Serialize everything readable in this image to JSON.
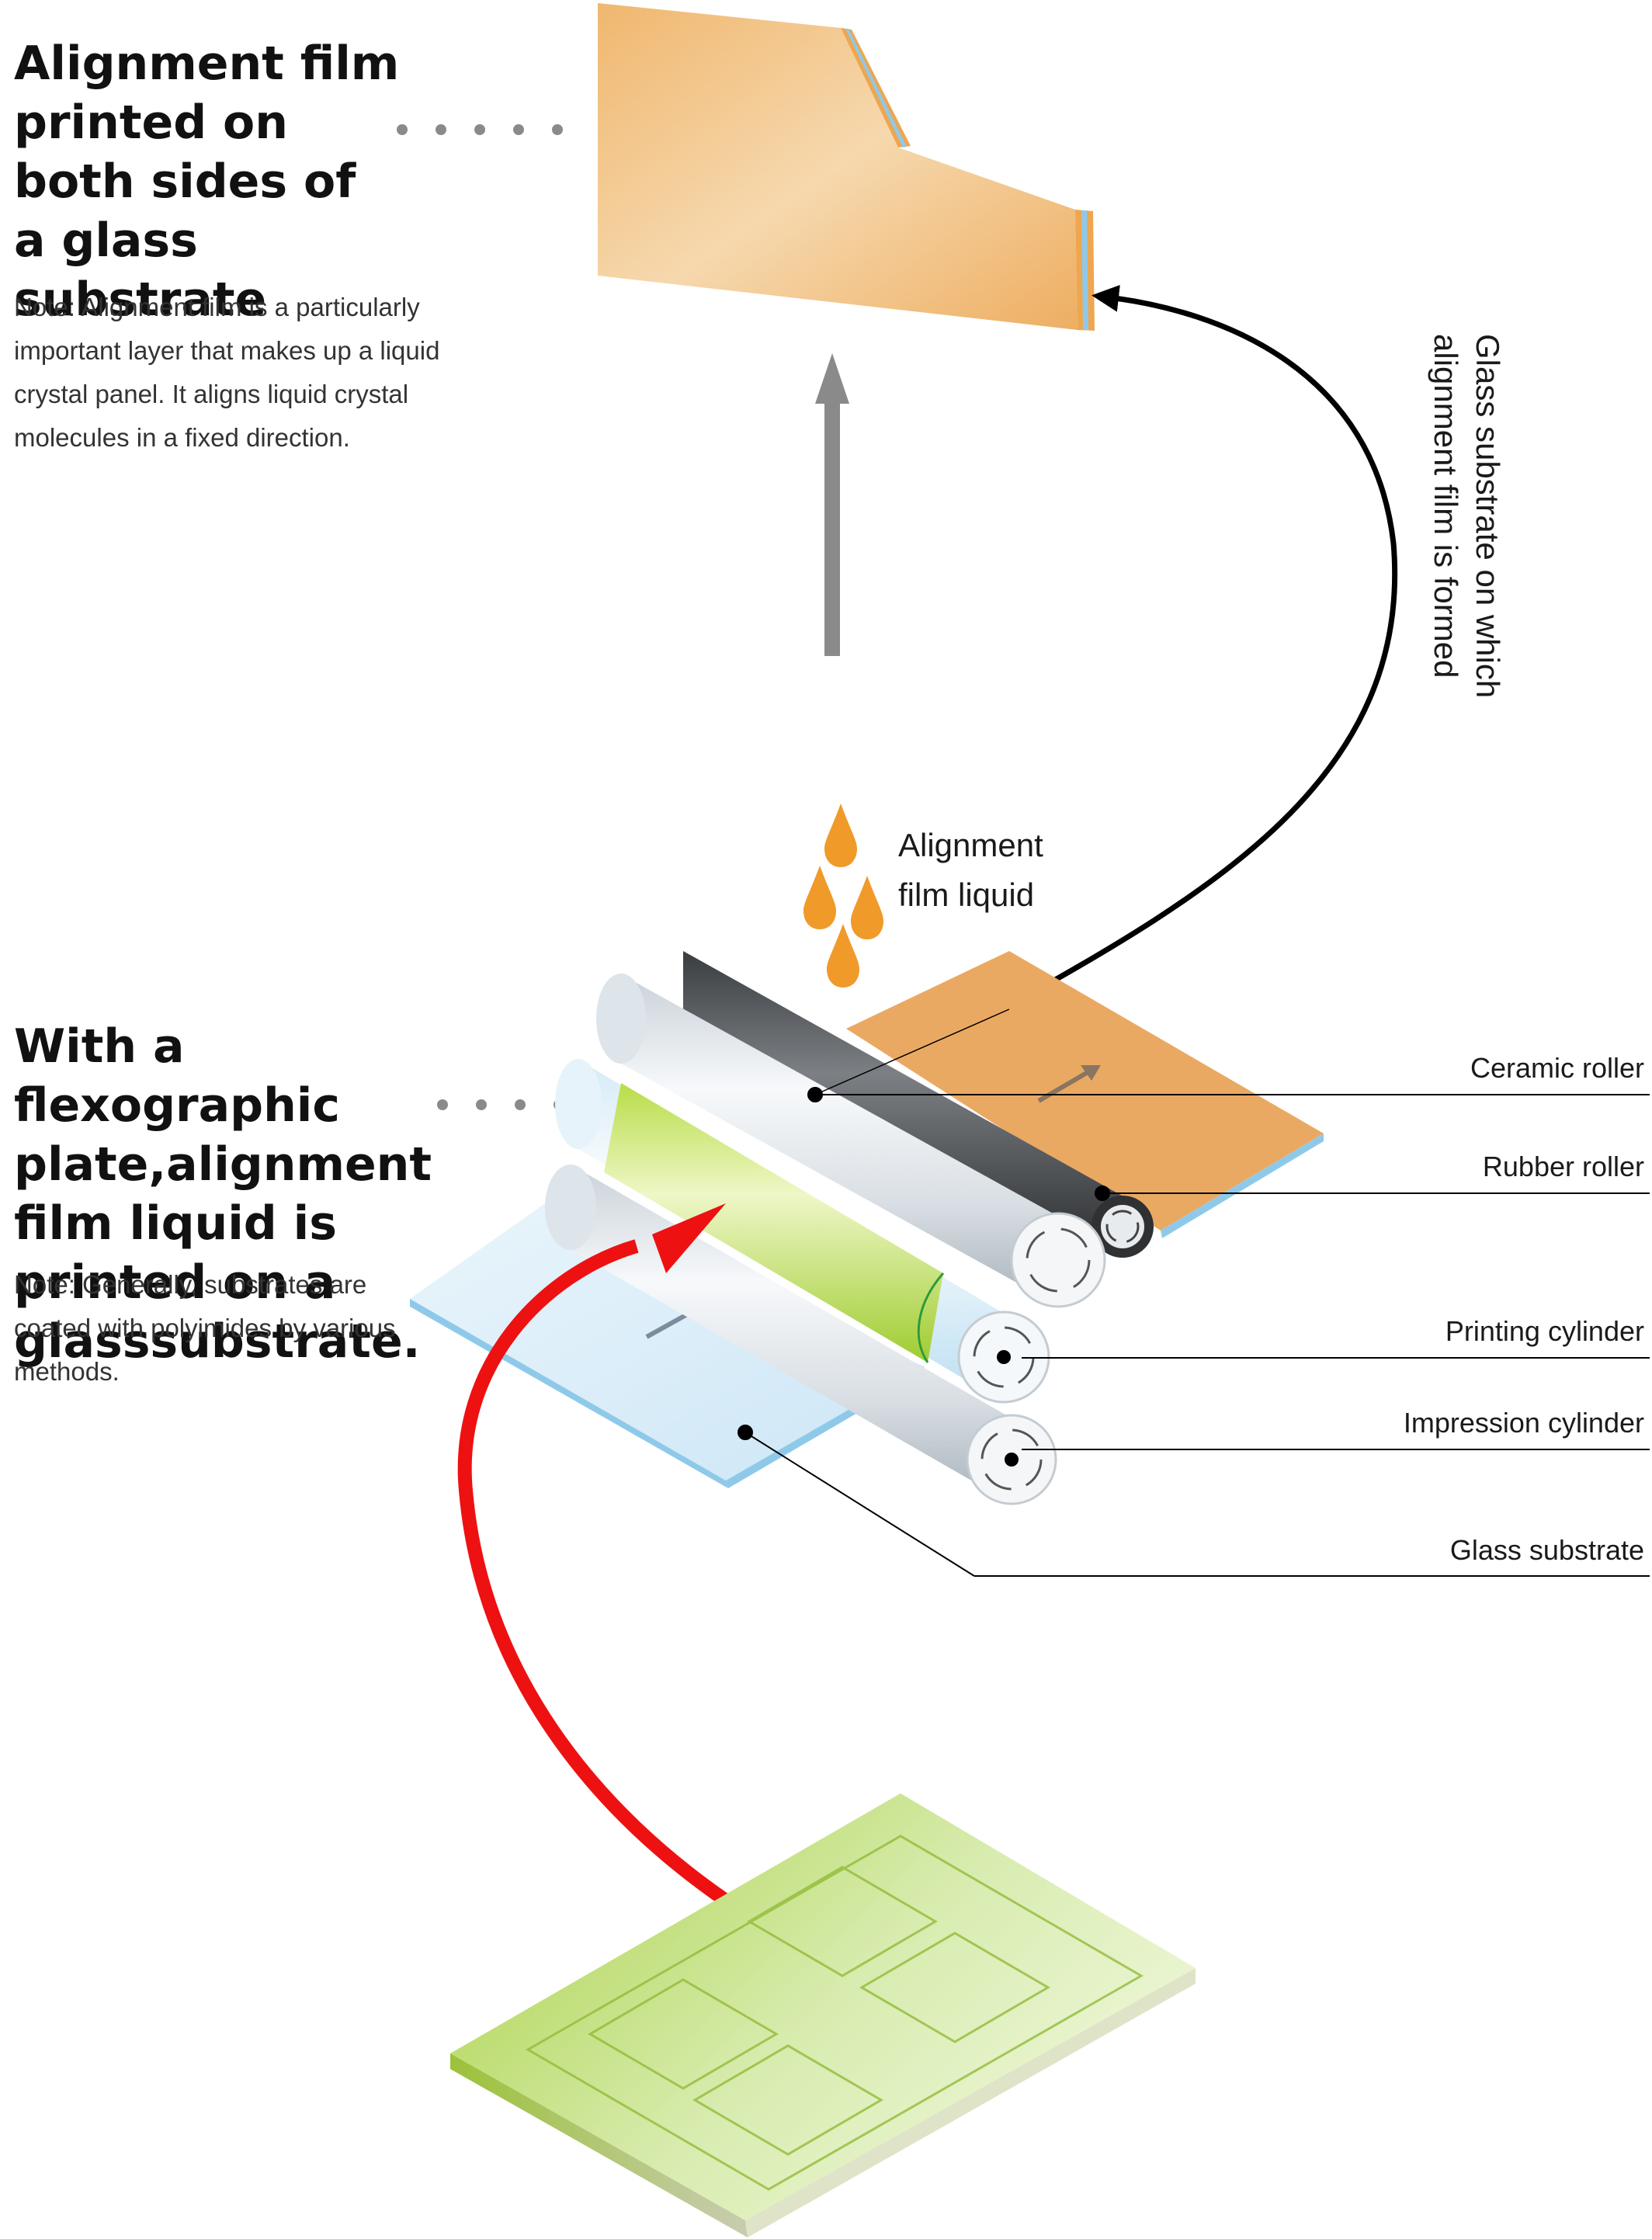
{
  "headings": {
    "top": "Alignment film printed on both sides of a glass substrate",
    "middle": "With a flexographic plate,alignment film liquid is printed on a glasssubstrate."
  },
  "notes": {
    "top": "Note: Alignment film is a particularly important layer that makes up a liquid crystal panel. It aligns liquid crystal molecules in a fixed direction.",
    "middle": "Note: Generally, substrates are coated with polyimides by various methods."
  },
  "labels": {
    "alignment_liquid": "Alignment film liquid",
    "formed_substrate": "Glass substrate on which alignment film is formed",
    "ceramic_roller": "Ceramic roller",
    "rubber_roller": "Rubber roller",
    "printing_cylinder": "Printing cylinder",
    "impression_cylinder": "Impression cylinder",
    "glass_substrate": "Glass substrate"
  },
  "colors": {
    "orange_film": "#eaa962",
    "orange_drop": "#f09a2a",
    "glass_blue": "#cfe8f7",
    "plate_green": "#a8cf3c",
    "red_arrow": "#ee1111",
    "grey_arrow": "#8a8a8a"
  }
}
